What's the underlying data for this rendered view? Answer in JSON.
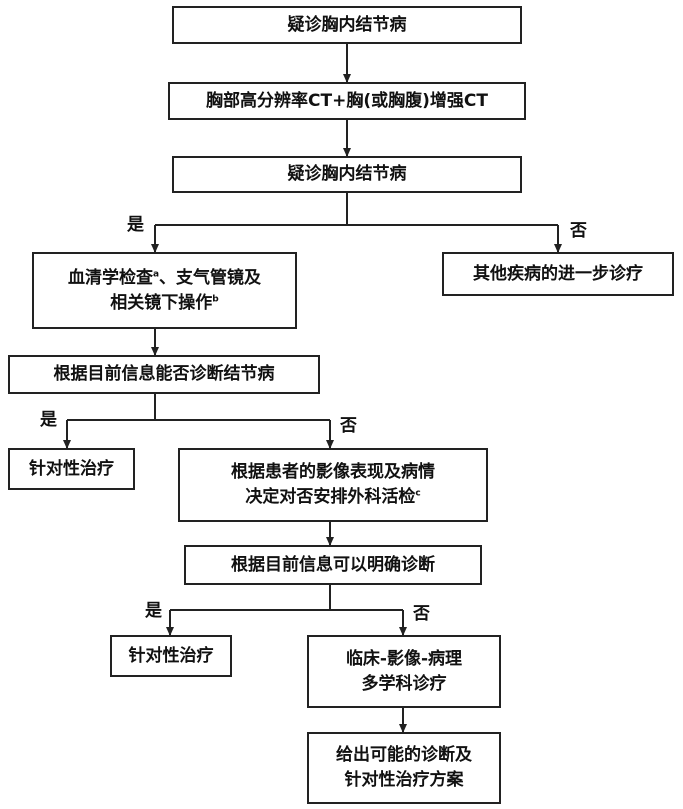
{
  "nodes": {
    "n1": "疑诊胸内结节病",
    "n2": "胸部高分辨率CT+胸(或胸腹)增强CT",
    "n3": "疑诊胸内结节病",
    "n4": {
      "line1": "血清学检查",
      "sup1": "a",
      "line1b": "、支气管镜及",
      "line2": "相关镜下操作",
      "sup2": "b"
    },
    "n5": "其他疾病的进一步诊疗",
    "n6": "根据目前信息能否诊断结节病",
    "n7": "针对性治疗",
    "n8": {
      "line1": "根据患者的影像表现及病情",
      "line2": "决定对否安排外科活检",
      "sup": "c"
    },
    "n9": "根据目前信息可以明确诊断",
    "n10": "针对性治疗",
    "n11": {
      "line1": "临床-影像-病理",
      "line2": "多学科诊疗"
    },
    "n12": {
      "line1": "给出可能的诊断及",
      "line2": "针对性治疗方案"
    }
  },
  "labels": {
    "yes": "是",
    "no": "否"
  }
}
